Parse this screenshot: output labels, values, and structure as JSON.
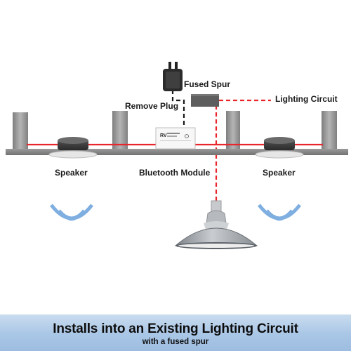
{
  "labels": {
    "fused_spur": "Fused Spur",
    "remove_plug": "Remove Plug",
    "lighting_circuit": "Lighting Circuit",
    "speaker_left": "Speaker",
    "bluetooth_module": "Bluetooth Module",
    "speaker_right": "Speaker",
    "module_brand": "RV"
  },
  "banner": {
    "title": "Installs into an Existing Lighting Circuit",
    "subtitle": "with a fused spur"
  },
  "colors": {
    "lighting_wire": "#e8262b",
    "plug_cable": "#1a1a1a",
    "ceiling": "#8f8f8f",
    "joist": "#9a9a9a",
    "sound_waves": "#7faee0",
    "banner_top": "#c9dcef",
    "banner_bottom": "#9dbde0"
  },
  "icons": [
    "power-adapter-icon",
    "speaker-icon",
    "sound-wave-icon",
    "pendant-lamp-icon",
    "bluetooth-module-icon",
    "fused-spur-box-icon"
  ]
}
